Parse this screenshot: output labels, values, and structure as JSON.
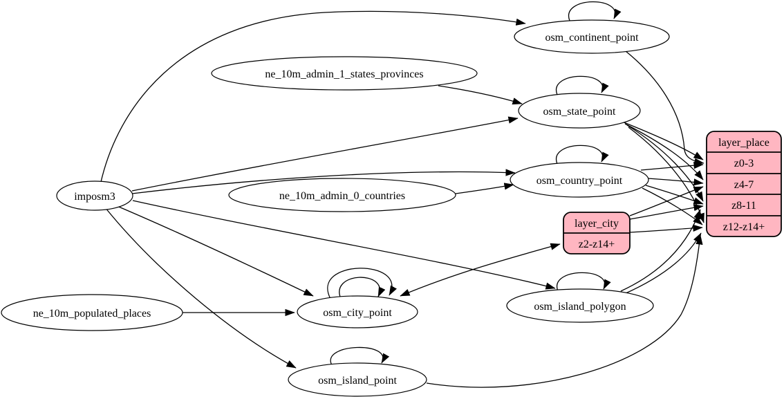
{
  "diagram": {
    "kind": "etl-dependency-graph",
    "colors": {
      "background": "#ffffff",
      "table_node_fill": "#ffffff",
      "layer_record_fill": "#ffb6c1",
      "stroke": "#000000"
    }
  },
  "nodes": {
    "imposm3": "imposm3",
    "ne_10m_admin_1_states_provinces": "ne_10m_admin_1_states_provinces",
    "ne_10m_admin_0_countries": "ne_10m_admin_0_countries",
    "ne_10m_populated_places": "ne_10m_populated_places",
    "osm_continent_point": "osm_continent_point",
    "osm_state_point": "osm_state_point",
    "osm_country_point": "osm_country_point",
    "osm_city_point": "osm_city_point",
    "osm_island_polygon": "osm_island_polygon",
    "osm_island_point": "osm_island_point"
  },
  "records": {
    "layer_city": {
      "title": "layer_city",
      "rows": [
        "z2-z14+"
      ]
    },
    "layer_place": {
      "title": "layer_place",
      "rows": [
        "z0-3",
        "z4-7",
        "z8-11",
        "z12-z14+"
      ]
    }
  },
  "edges": [
    {
      "from": "imposm3",
      "to": "osm_continent_point"
    },
    {
      "from": "imposm3",
      "to": "osm_state_point"
    },
    {
      "from": "imposm3",
      "to": "osm_country_point"
    },
    {
      "from": "imposm3",
      "to": "osm_city_point"
    },
    {
      "from": "imposm3",
      "to": "osm_island_polygon"
    },
    {
      "from": "imposm3",
      "to": "osm_island_point"
    },
    {
      "from": "ne_10m_admin_1_states_provinces",
      "to": "osm_state_point"
    },
    {
      "from": "ne_10m_admin_0_countries",
      "to": "osm_country_point"
    },
    {
      "from": "ne_10m_populated_places",
      "to": "osm_city_point"
    },
    {
      "from": "osm_continent_point",
      "to": "osm_continent_point",
      "self_loop": true
    },
    {
      "from": "osm_state_point",
      "to": "osm_state_point",
      "self_loop": true
    },
    {
      "from": "osm_country_point",
      "to": "osm_country_point",
      "self_loop": true
    },
    {
      "from": "osm_city_point",
      "to": "osm_city_point",
      "self_loop": true
    },
    {
      "from": "osm_city_point",
      "to": "osm_city_point",
      "self_loop": true
    },
    {
      "from": "osm_island_polygon",
      "to": "osm_island_polygon",
      "self_loop": true
    },
    {
      "from": "osm_island_point",
      "to": "osm_island_point",
      "self_loop": true
    },
    {
      "from": "osm_city_point",
      "to": "layer_city",
      "to_row": "z2-z14+",
      "bidirectional": true
    },
    {
      "from": "osm_continent_point",
      "to": "layer_place",
      "to_row": "z0-3"
    },
    {
      "from": "osm_state_point",
      "to": "layer_place",
      "to_row": "z0-3"
    },
    {
      "from": "osm_state_point",
      "to": "layer_place",
      "to_row": "z4-7"
    },
    {
      "from": "osm_state_point",
      "to": "layer_place",
      "to_row": "z8-11"
    },
    {
      "from": "osm_state_point",
      "to": "layer_place",
      "to_row": "z12-z14+"
    },
    {
      "from": "osm_country_point",
      "to": "layer_place",
      "to_row": "z0-3"
    },
    {
      "from": "osm_country_point",
      "to": "layer_place",
      "to_row": "z4-7"
    },
    {
      "from": "osm_country_point",
      "to": "layer_place",
      "to_row": "z8-11"
    },
    {
      "from": "osm_country_point",
      "to": "layer_place",
      "to_row": "z12-z14+"
    },
    {
      "from": "layer_city",
      "to": "layer_place",
      "to_row": "z4-7"
    },
    {
      "from": "layer_city",
      "to": "layer_place",
      "to_row": "z8-11"
    },
    {
      "from": "layer_city",
      "to": "layer_place",
      "to_row": "z12-z14+"
    },
    {
      "from": "osm_island_polygon",
      "to": "layer_place",
      "to_row": "z8-11"
    },
    {
      "from": "osm_island_polygon",
      "to": "layer_place",
      "to_row": "z12-z14+"
    },
    {
      "from": "osm_island_point",
      "to": "layer_place",
      "to_row": "z12-z14+"
    }
  ]
}
